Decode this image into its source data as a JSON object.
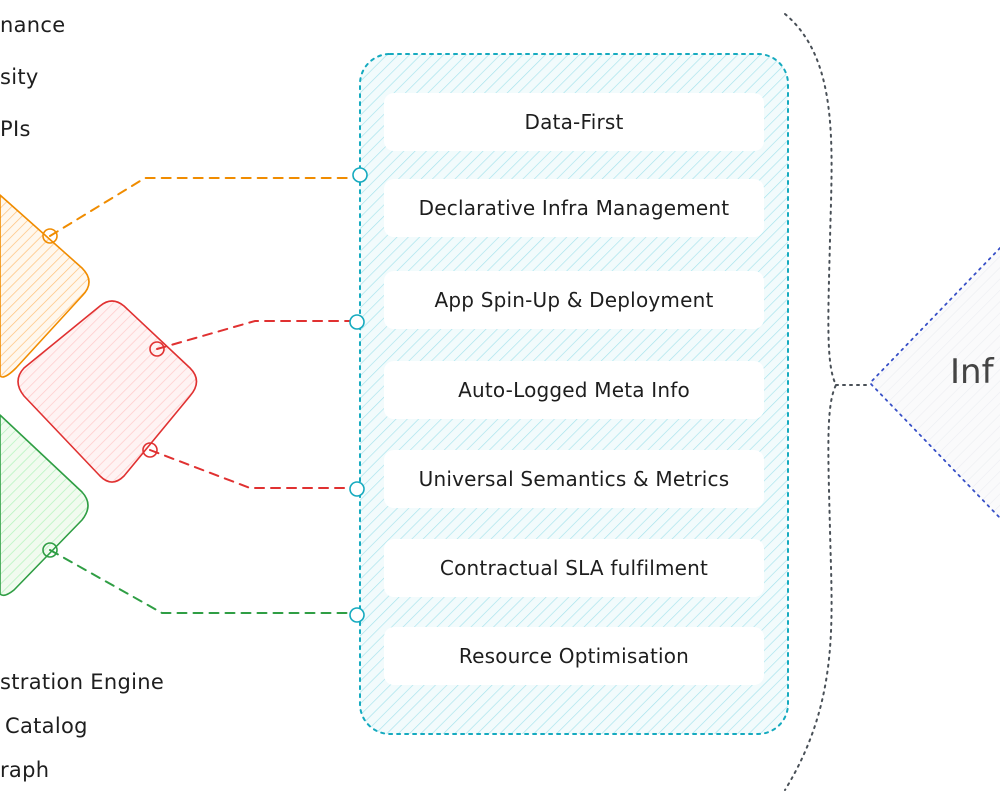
{
  "left_text": {
    "top": [
      "nance",
      "sity",
      "PIs"
    ],
    "bottom": [
      "stration Engine",
      "Catalog",
      "raph"
    ]
  },
  "features": [
    "Data-First",
    "Declarative Infra Management",
    "App Spin-Up & Deployment",
    "Auto-Logged Meta Info",
    "Universal Semantics & Metrics",
    "Contractual SLA fulfilment",
    "Resource Optimisation"
  ],
  "right_label": "Inf",
  "colors": {
    "orange": "#f08c00",
    "red": "#e03131",
    "green": "#2f9e44",
    "teal": "#15aabf",
    "blue": "#364fc7",
    "gray": "#495057"
  }
}
